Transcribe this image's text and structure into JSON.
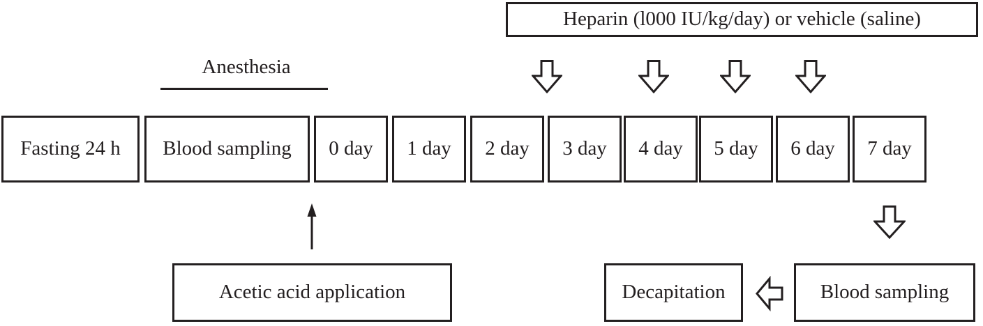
{
  "figure": {
    "description_colors": {
      "ink": "#231f20",
      "background": "#ffffff"
    },
    "heparin": {
      "label": "Heparin (l000 IU/kg/day) or vehicle (saline)"
    },
    "anesthesia": {
      "label": "Anesthesia"
    },
    "timeline": {
      "boxes": [
        {
          "label": "Fasting 24 h"
        },
        {
          "label": "Blood sampling"
        },
        {
          "label": "0 day"
        },
        {
          "label": "1 day"
        },
        {
          "label": "2 day"
        },
        {
          "label": "3 day"
        },
        {
          "label": "4 day"
        },
        {
          "label": "5 day"
        },
        {
          "label": "6 day"
        },
        {
          "label": "7 day"
        }
      ]
    },
    "bottom": {
      "acetic": {
        "label": "Acetic acid application"
      },
      "decapitation": {
        "label": "Decapitation"
      },
      "blood_sampling": {
        "label": "Blood sampling"
      }
    },
    "icons": {
      "heparin_dose_down_arrow": "open-block-arrow-down (x4, outlined ⇩)",
      "sampling_down_arrow": "open-block-arrow-down (outlined ⇩)",
      "flow_left_arrow": "open-block-arrow-left (outlined ⇦)",
      "acetic_up_arrow": "thin-solid-arrow-up (↑)"
    }
  }
}
